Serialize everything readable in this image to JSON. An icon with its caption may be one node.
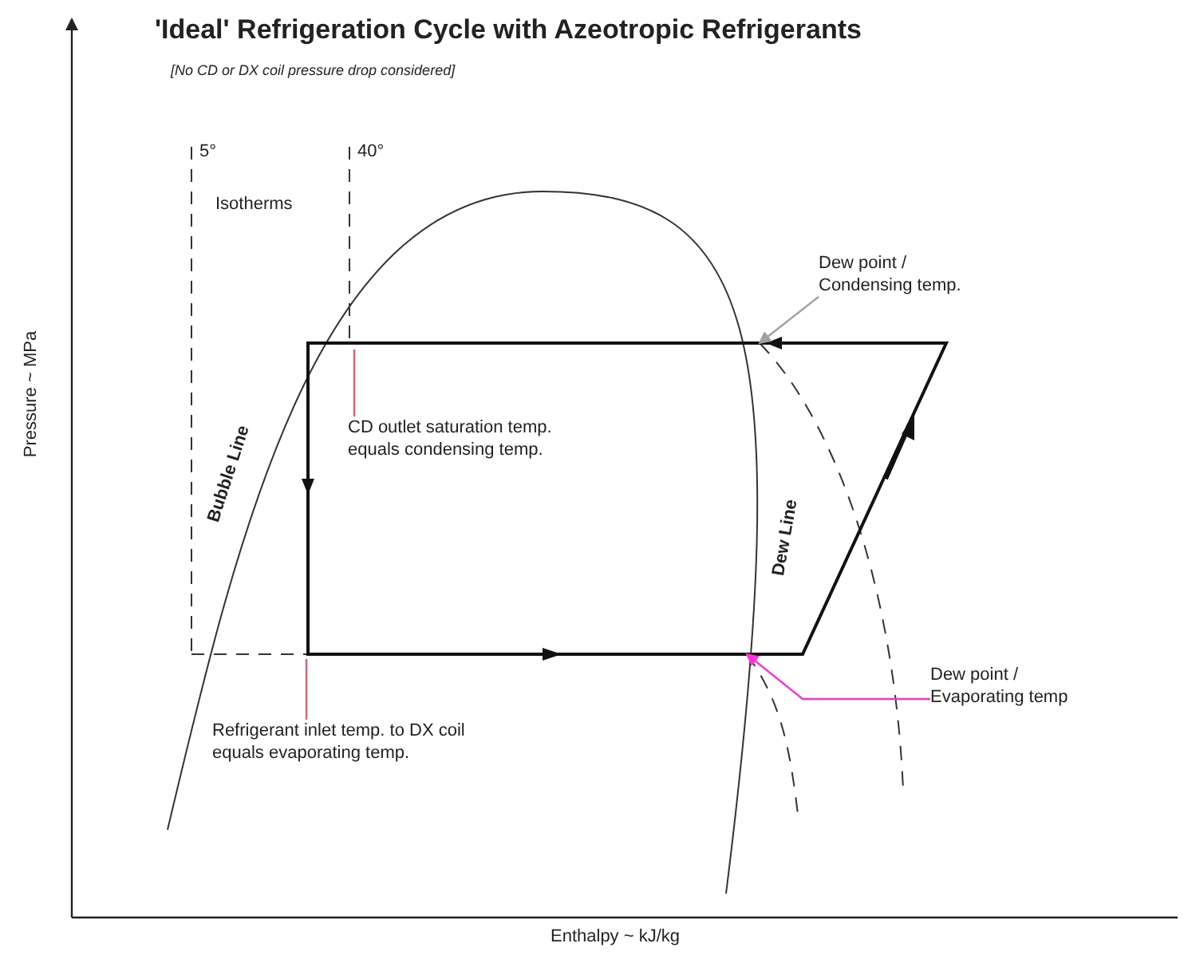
{
  "diagram": {
    "title": "'Ideal' Refrigeration Cycle with Azeotropic Refrigerants",
    "nodes": [
      {
        "text": [
          "Dew point / Condensing temp."
        ]
      },
      {
        "text": [
          "CD outlet saturation temp. equals condensing temp."
        ]
      },
      {
        "text": [
          "Refrigerant inlet temp. to DX coil equals evaporating temp."
        ]
      },
      {
        "text": [
          "Dew point / Evaporating temp"
        ]
      },
      {
        "text": [],
        "shape": "curve"
      },
      {
        "text": [],
        "shape": "curve"
      }
    ],
    "edges": [
      {
        "from": 0,
        "to": 4,
        "arrow": "to",
        "color": "#a0a0a0"
      },
      {
        "from": 1,
        "to": null,
        "arrow": "none",
        "color": "#e06070"
      },
      {
        "from": 2,
        "to": null,
        "arrow": "none",
        "color": "#e06070"
      },
      {
        "from": 3,
        "to": 5,
        "arrow": "to",
        "color": "#ff33dd"
      }
    ],
    "labels": [
      "[No CD or DX coil pressure drop considered]",
      "5°",
      "40°",
      "Isotherms",
      "Bubble Line",
      "Dew Line",
      "Pressure ~ MPa",
      "Enthalpy ~ kJ/kg"
    ]
  }
}
